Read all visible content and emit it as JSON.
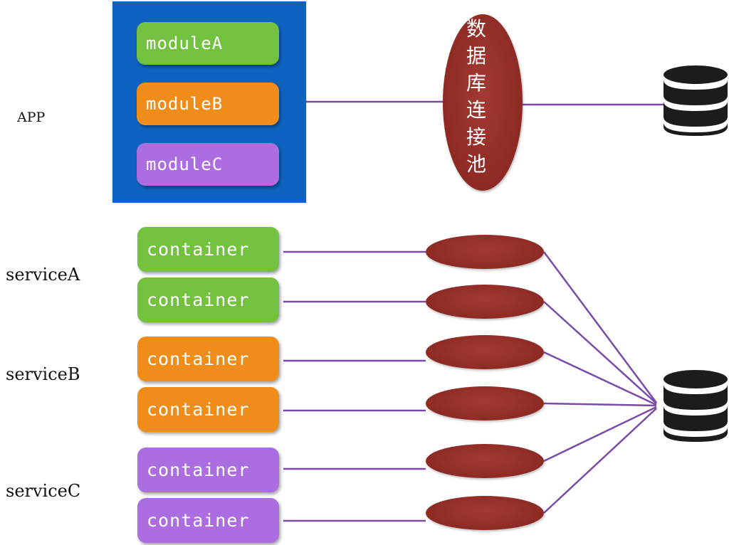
{
  "app": {
    "label": "APP",
    "modules": [
      {
        "label": "moduleA",
        "color": "#72c13f"
      },
      {
        "label": "moduleB",
        "color": "#f08d1a"
      },
      {
        "label": "moduleC",
        "color": "#ac6de0"
      }
    ]
  },
  "pool_label_chars": [
    "数",
    "据",
    "库",
    "连",
    "接",
    "池"
  ],
  "services": [
    {
      "label": "serviceA",
      "color": "#72c13f",
      "containers": [
        "container",
        "container"
      ]
    },
    {
      "label": "serviceB",
      "color": "#f08d1a",
      "containers": [
        "container",
        "container"
      ]
    },
    {
      "label": "serviceC",
      "color": "#ac6de0",
      "containers": [
        "container",
        "container"
      ]
    }
  ],
  "colors": {
    "app_box": "#0f63c0",
    "pool": "#8e2a24",
    "line": "#7a4aa8",
    "database": "#1c1c1c"
  }
}
